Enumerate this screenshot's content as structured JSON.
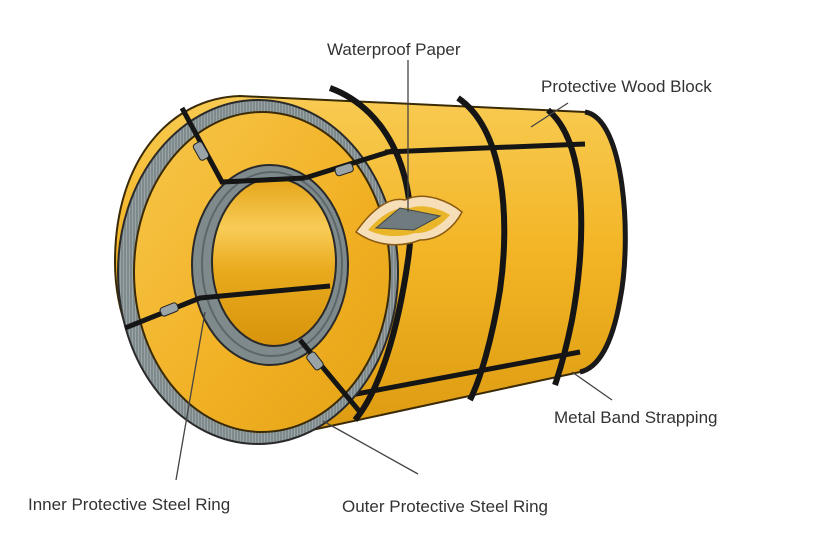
{
  "diagram": {
    "title": "Steel Coil Packaging Diagram",
    "subject": "steel-coil",
    "colors": {
      "coil_body": "#f2b21c",
      "coil_light": "#f9cd55",
      "coil_dark": "#d9960c",
      "steel_ring": "#7f8a8d",
      "steel_ring_dark": "#5d6669",
      "band": "#151515",
      "paper_edge": "#f6dfb8",
      "label_text": "#333333",
      "leader_line": "#444444"
    },
    "labels": [
      {
        "id": "waterproof-paper",
        "text": "Waterproof Paper"
      },
      {
        "id": "protective-wood-block",
        "text": "Protective Wood Block"
      },
      {
        "id": "metal-band-strapping",
        "text": "Metal Band Strapping"
      },
      {
        "id": "inner-protective-steel-ring",
        "text": "Inner Protective Steel Ring"
      },
      {
        "id": "outer-protective-steel-ring",
        "text": "Outer Protective Steel Ring"
      }
    ]
  }
}
